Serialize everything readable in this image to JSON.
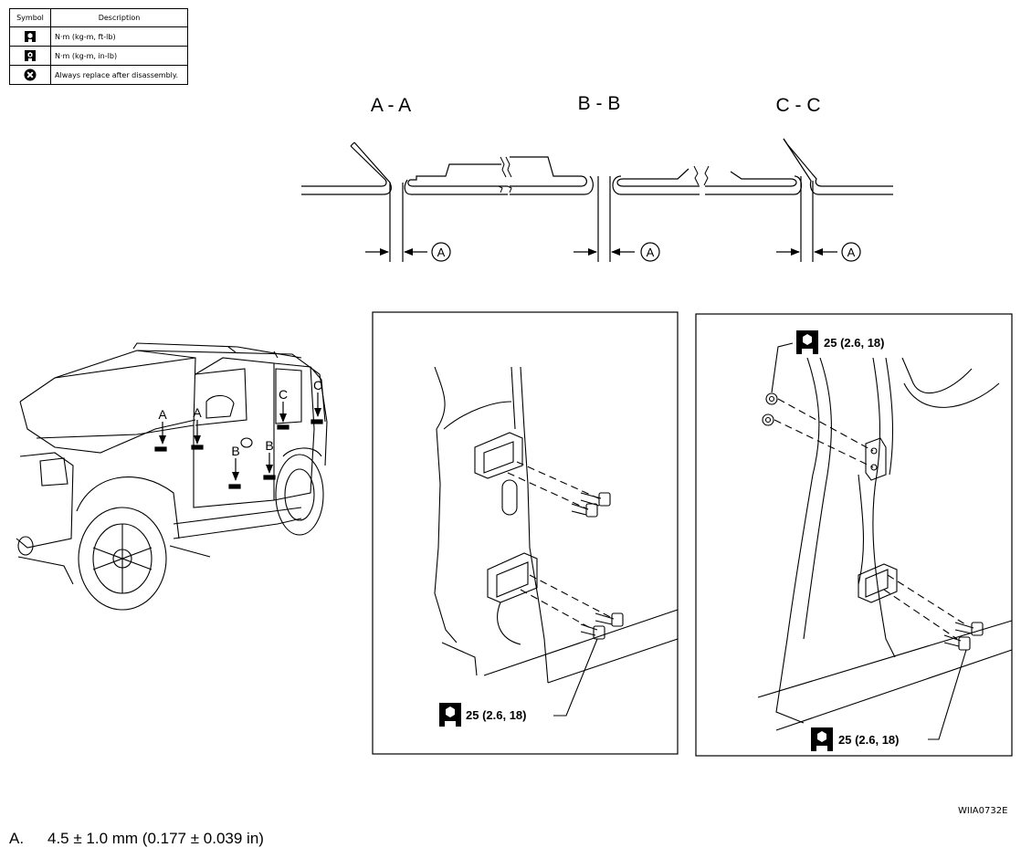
{
  "legend": {
    "header_symbol": "Symbol",
    "header_description": "Description",
    "rows": [
      {
        "icon": "torque-wrench-ftlb-icon",
        "description": "N·m (kg-m, ft-lb)"
      },
      {
        "icon": "torque-wrench-inlb-icon",
        "description": "N·m (kg-m, in-lb)"
      },
      {
        "icon": "always-replace-icon",
        "description": "Always replace after disassembly."
      }
    ]
  },
  "sections": [
    {
      "title": "A - A",
      "dimension_label": "A"
    },
    {
      "title": "B - B",
      "dimension_label": "A"
    },
    {
      "title": "C - C",
      "dimension_label": "A"
    }
  ],
  "vehicle_markers": [
    "A",
    "A",
    "B",
    "B",
    "C",
    "C"
  ],
  "torque_callouts": {
    "front_striker": "25 (2.6, 18)",
    "rear_top": "25 (2.6, 18)",
    "rear_bottom": "25 (2.6, 18)"
  },
  "figure_code": "WIIA0732E",
  "note": {
    "label": "A.",
    "text": "4.5 ± 1.0 mm (0.177 ± 0.039 in)"
  }
}
